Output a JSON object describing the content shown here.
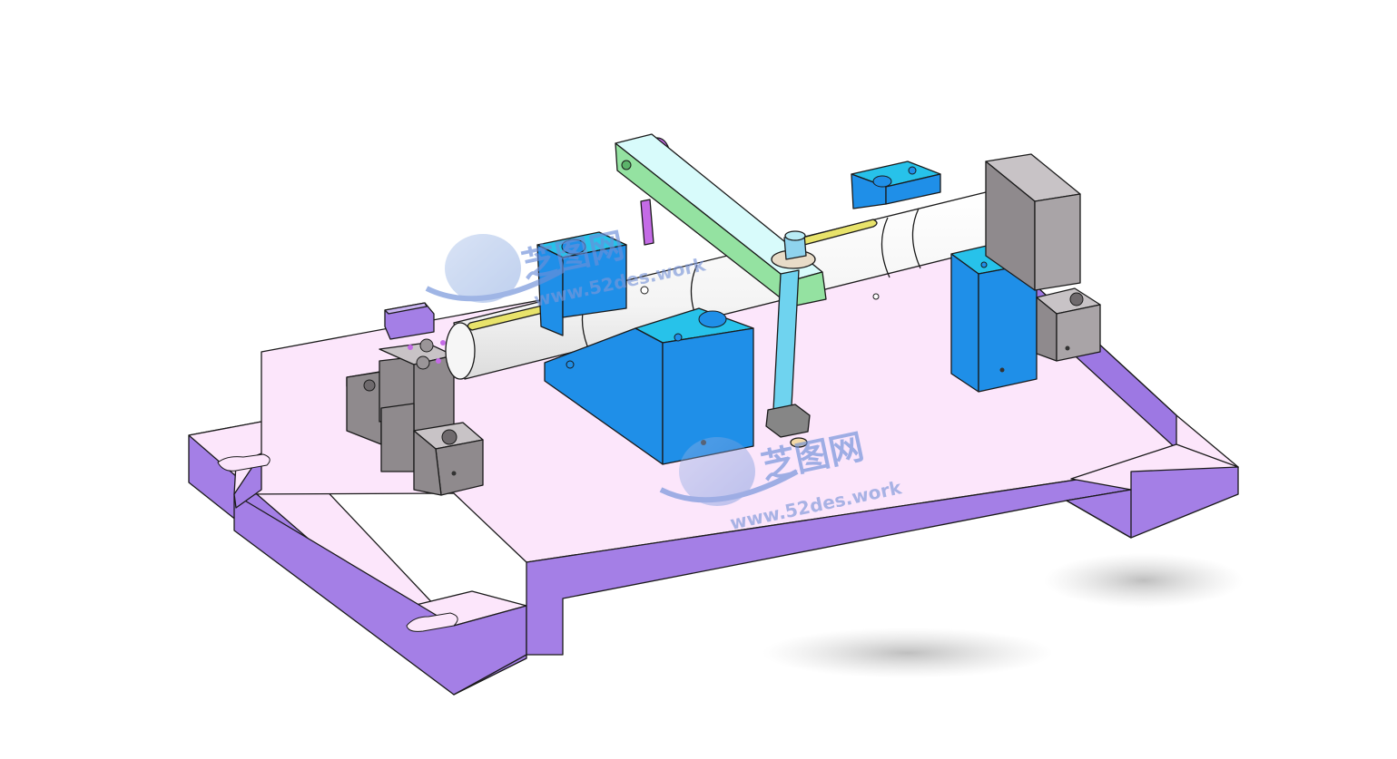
{
  "colors": {
    "background": "#ffffff",
    "base_top": "#fce6fb",
    "base_side": "#a47fe6",
    "base_side_dark": "#9d78e3",
    "block_blue": "#1f8fe8",
    "block_blue_top": "#27c2ea",
    "block_gray": "#8f8a8d",
    "block_gray_light": "#c8c3c6",
    "arm_green": "#94e2a1",
    "arm_top": "#d8fbfb",
    "rod_cyan": "#6fd3ef",
    "shaft_white": "#fbfbfb",
    "slot_yellow": "#e8e36b",
    "pin_magenta": "#c46be6",
    "nut_gray": "#868686"
  },
  "watermarks": [
    {
      "cn": "芝图网",
      "url": "www.52des.work"
    },
    {
      "cn": "芝图网",
      "url": "www.52des.work"
    }
  ]
}
